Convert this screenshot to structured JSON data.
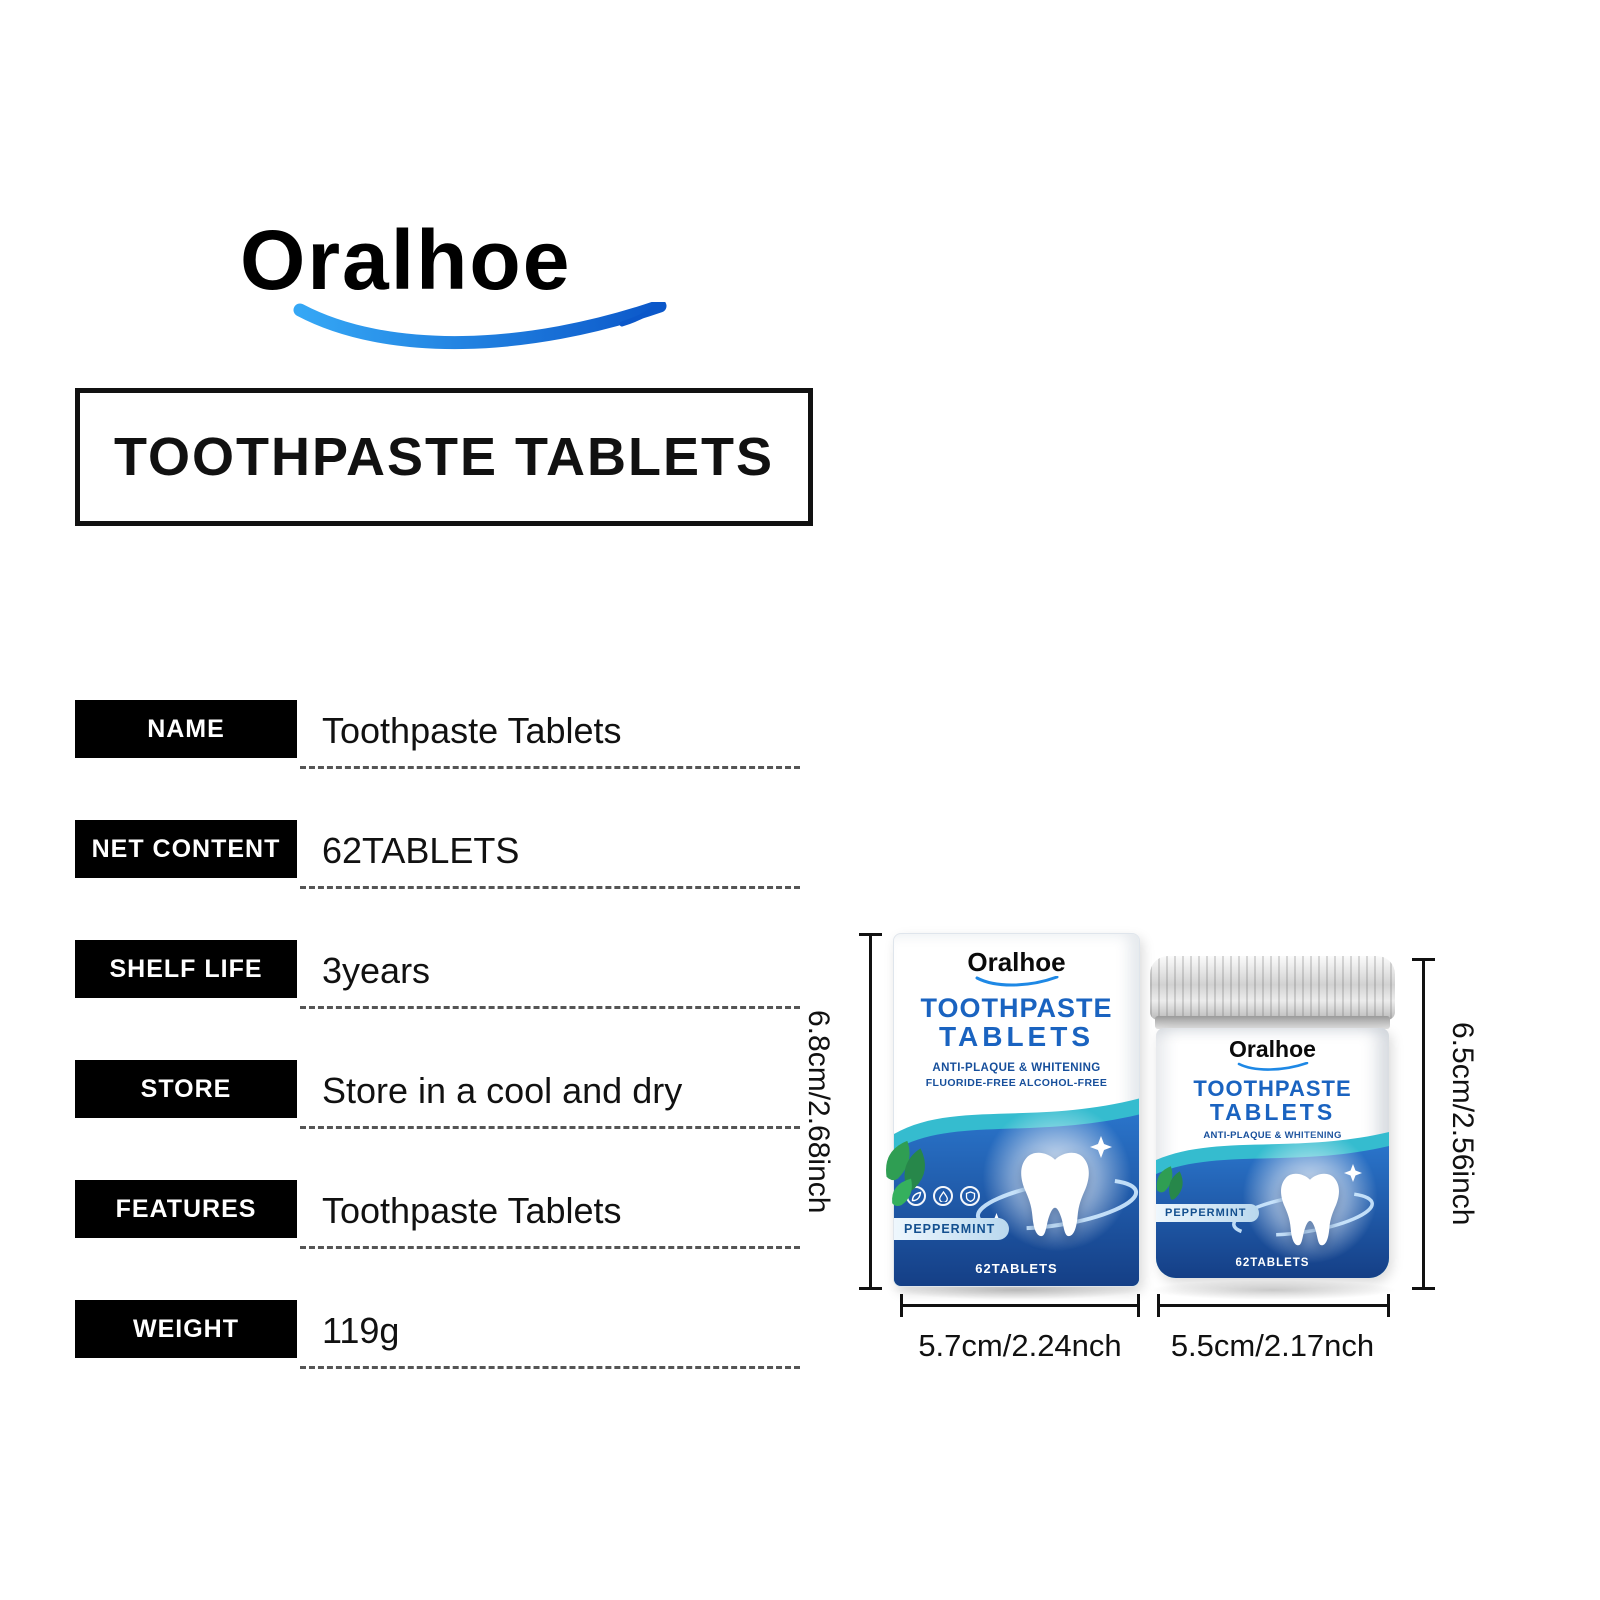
{
  "logo": {
    "text": "Oralhoe"
  },
  "title_box": {
    "text": "TOOTHPASTE TABLETS"
  },
  "specs": [
    {
      "label": "NAME",
      "value": "Toothpaste Tablets"
    },
    {
      "label": "NET CONTENT",
      "value": "62TABLETS"
    },
    {
      "label": "SHELF LIFE",
      "value": "3years"
    },
    {
      "label": "STORE",
      "value": "Store in a cool and dry"
    },
    {
      "label": "FEATURES",
      "value": "Toothpaste Tablets"
    },
    {
      "label": "WEIGHT",
      "value": "119g"
    }
  ],
  "box_product": {
    "brand": "Oralhoe",
    "title_line1": "TOOTHPASTE",
    "title_line2": "TABLETS",
    "subtitle1": "ANTI-PLAQUE & WHITENING",
    "subtitle2": "FLUORIDE-FREE ALCOHOL-FREE",
    "flavor": "PEPPERMINT",
    "count": "62TABLETS",
    "height_label": "6.8cm/2.68inch",
    "width_label": "5.7cm/2.24nch"
  },
  "jar_product": {
    "brand": "Oralhoe",
    "title_line1": "TOOTHPASTE",
    "title_line2": "TABLETS",
    "subtitle1": "ANTI-PLAQUE & WHITENING",
    "flavor": "PEPPERMINT",
    "count": "62TABLETS",
    "height_label": "6.5cm/2.56inch",
    "width_label": "5.5cm/2.17nch"
  },
  "icons": {
    "brand_swoosh": "smile-swoosh-icon",
    "tooth": "tooth-icon",
    "mint_leaves": "mint-leaf-icon",
    "sparkle": "sparkle-icon",
    "features": [
      "leaf-icon",
      "droplet-icon",
      "shield-icon"
    ]
  },
  "colors": {
    "brand_blue": "#1a63c0",
    "deep_blue": "#153f86",
    "teal": "#35bccf",
    "swoosh_light": "#35a7f5",
    "swoosh_dark": "#0b57c9",
    "mint_green": "#2f9e53",
    "label_black": "#000000"
  }
}
